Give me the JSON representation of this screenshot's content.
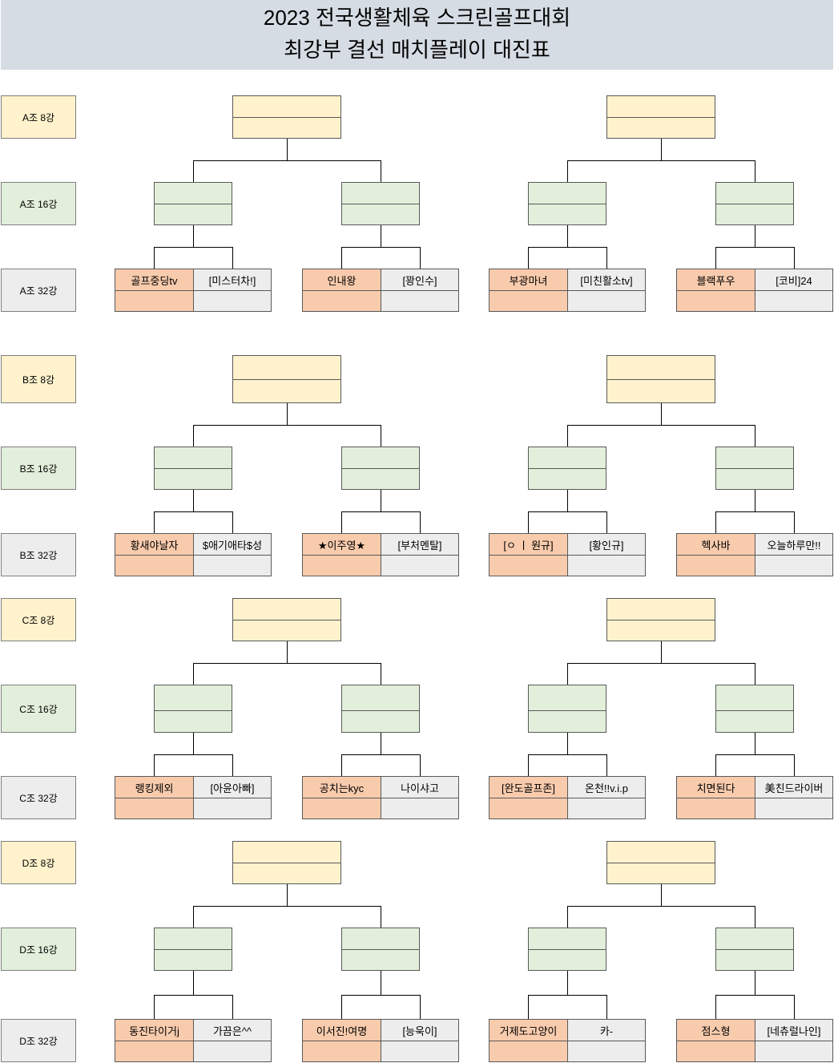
{
  "title": {
    "line1": "2023 전국생활체육 스크린골프대회",
    "line2": "최강부 결선 매치플레이 대진표"
  },
  "colors": {
    "header_bg": "#d6dce4",
    "round8": "#fff2cc",
    "round16": "#e2efda",
    "round32": "#ededed",
    "player_top_left": "#f8cbad"
  },
  "groups": [
    {
      "labels": [
        "A조 8강",
        "A조 16강",
        "A조 32강"
      ],
      "matches": [
        [
          "골프중딩tv",
          "[미스터차!]"
        ],
        [
          "인내왕",
          "[꽝인수]"
        ],
        [
          "부광마녀",
          "[미친활소tv]"
        ],
        [
          "블랙푸우",
          "[코비]24"
        ]
      ]
    },
    {
      "labels": [
        "B조 8강",
        "B조 16강",
        "B조 32강"
      ],
      "matches": [
        [
          "황새야날자",
          "$애기애타$성"
        ],
        [
          "★이주영★",
          "[부처멘탈]"
        ],
        [
          "[ㅇ ㅣ 원규]",
          "[황인규]"
        ],
        [
          "헥사바",
          "오늘하루만!!"
        ]
      ]
    },
    {
      "labels": [
        "C조 8강",
        "C조 16강",
        "C조 32강"
      ],
      "matches": [
        [
          "랭킹제외",
          "[아윤아빠]"
        ],
        [
          "공치는kyc",
          "나이샤고"
        ],
        [
          "[완도골프존]",
          "온천!!v.i.p"
        ],
        [
          "치면된다",
          "美친드라이버"
        ]
      ]
    },
    {
      "labels": [
        "D조 8강",
        "D조 16강",
        "D조 32강"
      ],
      "matches": [
        [
          "동진타이거j",
          "가끔은^^"
        ],
        [
          "이서진!여명",
          "[능욱이]"
        ],
        [
          "거제도고양이",
          "카-"
        ],
        [
          "점스형",
          "[네츄럴나인]"
        ]
      ]
    }
  ]
}
